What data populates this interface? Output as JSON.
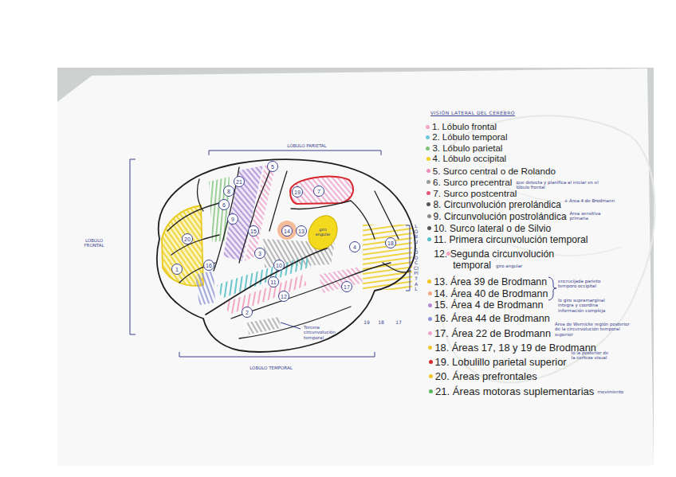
{
  "diagram": {
    "title": "VISIÓN LATERAL DEL CEREBRO",
    "nodes": [
      {
        "text": [
          "5"
        ]
      },
      {
        "text": [
          "21"
        ]
      },
      {
        "text": [
          "8"
        ]
      },
      {
        "text": [
          "6"
        ]
      },
      {
        "text": [
          "9"
        ]
      },
      {
        "text": [
          "20"
        ]
      },
      {
        "text": [
          "19"
        ]
      },
      {
        "text": [
          "7"
        ]
      },
      {
        "text": [
          "15"
        ]
      },
      {
        "text": [
          "14"
        ]
      },
      {
        "text": [
          "13"
        ]
      },
      {
        "text": [
          "3"
        ]
      },
      {
        "text": [
          "16"
        ]
      },
      {
        "text": [
          "1"
        ]
      },
      {
        "text": [
          "10"
        ]
      },
      {
        "text": [
          "4"
        ]
      },
      {
        "text": [
          "18"
        ]
      },
      {
        "text": [
          "11"
        ]
      },
      {
        "text": [
          "12"
        ]
      },
      {
        "text": [
          "17"
        ]
      },
      {
        "text": [
          "2"
        ]
      }
    ],
    "labels": [
      "LÓBULO PARIETAL",
      "LÓBULO FRONTAL",
      "LÓBULO TEMPORAL",
      "LÓBULO OCCIPITAL",
      "Tercera circunvolución temporal",
      "19",
      "18",
      "17",
      "giro angular",
      "que detecta y planifica al iniciar en el lóbulo frontal",
      "+ Área 4 de Brodmann",
      "Área sensitiva primaria",
      "giro angular",
      "encrucijada parieto temporo occipital",
      "lo giro supramarginal integra y coordina información compleja",
      "Área de Wernicke región posterior de la circunvolución temporal superior",
      "lo la posterior de la corteza visual",
      "movimiento"
    ],
    "legend": [
      {
        "text": "1. Lóbulo frontal",
        "color": "#f4a6c8"
      },
      {
        "text": "2. Lóbulo temporal",
        "color": "#6cc6dc"
      },
      {
        "text": "3. Lóbulo parietal",
        "color": "#7cc576"
      },
      {
        "text": "4. Lóbulo occipital",
        "color": "#f0d020"
      },
      {
        "text": "5. Surco central o de Rolando",
        "color": "#f08cc0"
      },
      {
        "text": "6. Surco precentral",
        "color": "#9a9a9a"
      },
      {
        "text": "7. Surco postcentral",
        "color": "#e8587a"
      },
      {
        "text": "8. Circunvolución prerolándica",
        "color": "#555555"
      },
      {
        "text": "9. Circunvolución postrolándica",
        "color": "#8a8a8a"
      },
      {
        "text": "10. Surco lateral o de Silvio",
        "color": "#555555"
      },
      {
        "text": "11. Primera circunvolución temporal",
        "color": "#4fbfc6"
      },
      {
        "text": "12. Segunda circunvolución temporal",
        "color": "#f3a0c0"
      },
      {
        "text": "13. Área 39 de Brodmann",
        "color": "#f2c21a"
      },
      {
        "text": "14. Área 40 de Brodmann",
        "color": "#f3a882"
      },
      {
        "text": "15. Área 4 de Brodmann",
        "color": "#b58bd6"
      },
      {
        "text": "16. Área 44 de Brodmann",
        "color": "#8c92d8"
      },
      {
        "text": "17. Área 22 de Brodmann",
        "color": "#f3a6cf"
      },
      {
        "text": "18. Áreas 17, 18 y 19 de Brodmann",
        "color": "#f0c828"
      },
      {
        "text": "19. Lobulillo parietal superior",
        "color": "#d8262e"
      },
      {
        "text": "20. Áreas prefrontales",
        "color": "#f0c820"
      },
      {
        "text": "21. Áreas motoras suplementarias",
        "color": "#5cb85c"
      }
    ]
  }
}
